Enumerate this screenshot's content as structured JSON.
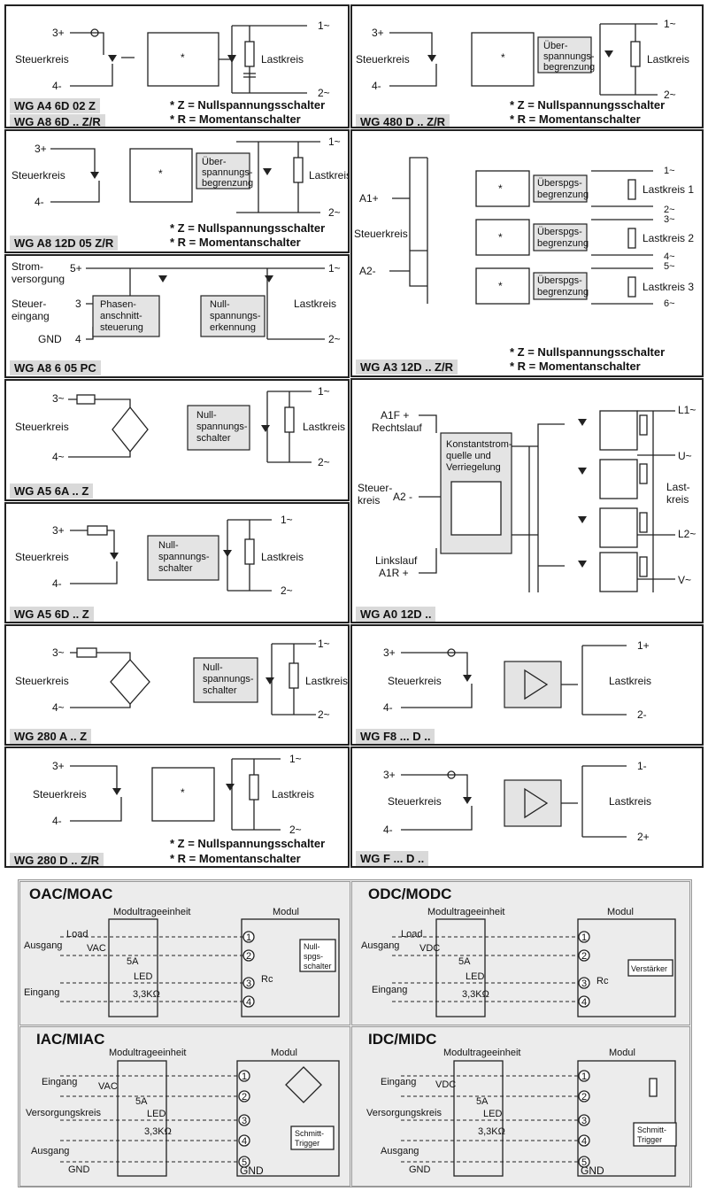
{
  "common": {
    "steuerkreis": "Steuerkreis",
    "lastkreis": "Lastkreis",
    "star": "*",
    "note_z": "* Z = Nullspannungsschalter",
    "note_r": "* R = Momentanschalter",
    "ueber": [
      "Über-",
      "spannungs-",
      "begrenzung"
    ],
    "ueberspgs": [
      "Überspgs-",
      "begrenzung"
    ],
    "null_schalter": [
      "Null-",
      "spannungs-",
      "schalter"
    ]
  },
  "panels": {
    "p1": {
      "tag": "WG A4 6D 02 Z",
      "tag2": "WG A8 6D .. Z/R",
      "in_plus": "3+",
      "in_minus": "4-",
      "out1": "1~",
      "out2": "2~"
    },
    "p2": {
      "tag": "WG 480 D .. Z/R",
      "in_plus": "3+",
      "in_minus": "4-",
      "out1": "1~",
      "out2": "2~"
    },
    "p3": {
      "tag": "WG A8 12D 05 Z/R",
      "in_plus": "3+",
      "in_minus": "4-",
      "out1": "1~",
      "out2": "2~"
    },
    "p4": {
      "tag": "WG A3 12D .. Z/R",
      "a1": "A1+",
      "a2": "A2-",
      "outs": [
        "1~",
        "2~",
        "3~",
        "4~",
        "5~",
        "6~"
      ],
      "lk1": "Lastkreis 1",
      "lk2": "Lastkreis 2",
      "lk3": "Lastkreis 3"
    },
    "p5": {
      "tag": "WG A8 6 05 PC",
      "strom": [
        "Strom-",
        "versorgung"
      ],
      "steuer": [
        "Steuer-",
        "eingang"
      ],
      "gnd": "GND",
      "five": "5+",
      "three": "3",
      "four": "4",
      "phasen": [
        "Phasen-",
        "anschnitt-",
        "steuerung"
      ],
      "null_erk": [
        "Null-",
        "spannungs-",
        "erkennung"
      ],
      "out1": "1~",
      "out2": "2~"
    },
    "p6": {
      "tag": "WG A5 6A .. Z",
      "in_plus": "3~",
      "in_minus": "4~",
      "out1": "1~",
      "out2": "2~"
    },
    "p7": {
      "tag": "WG A0 12D ..",
      "a1f": "A1F +",
      "rechtslauf": "Rechtslauf",
      "steuer": [
        "Steuer-",
        "kreis"
      ],
      "a2": "A2 -",
      "linkslauf": "Linkslauf",
      "a1r": "A1R +",
      "konst": [
        "Konstantstrom-",
        "quelle und",
        "Verriegelung"
      ],
      "lastkreis": [
        "Last-",
        "kreis"
      ],
      "outs": [
        "L1~",
        "U~",
        "L2~",
        "V~"
      ]
    },
    "p8": {
      "tag": "WG A5 6D .. Z",
      "in_plus": "3+",
      "in_minus": "4-",
      "out1": "1~",
      "out2": "2~"
    },
    "p9": {
      "tag": "WG 280 A .. Z",
      "in_plus": "3~",
      "in_minus": "4~",
      "out1": "1~",
      "out2": "2~"
    },
    "p10": {
      "tag": "WG F8 ... D ..",
      "in_plus": "3+",
      "in_minus": "4-",
      "out1": "1+",
      "out2": "2-"
    },
    "p11": {
      "tag": "WG 280 D .. Z/R",
      "in_plus": "3+",
      "in_minus": "4-",
      "out1": "1~",
      "out2": "2~"
    },
    "p12": {
      "tag": "WG F ... D ..",
      "in_plus": "3+",
      "in_minus": "4-",
      "out1": "1-",
      "out2": "2+"
    }
  },
  "modules": {
    "trage": "Modultrageeinheit",
    "modul": "Modul",
    "fuse": "5A",
    "led": "LED",
    "res": "3,3KΩ",
    "rc": "Rc",
    "oac": {
      "title": "OAC/MOAC",
      "ausgang": "Ausgang",
      "eingang": "Eingang",
      "load": "Load",
      "vac": "VAC",
      "box": [
        "Null-",
        "spgs-",
        "schalter"
      ]
    },
    "odc": {
      "title": "ODC/MODC",
      "ausgang": "Ausgang",
      "eingang": "Eingang",
      "load": "Load",
      "vdc": "VDC",
      "box": "Verstärker"
    },
    "iac": {
      "title": "IAC/MIAC",
      "eingang": "Eingang",
      "vac": "VAC",
      "versorgung": "Versorgungskreis",
      "ausgang": "Ausgang",
      "gnd": "GND",
      "gnd2": "GND",
      "box": [
        "Schmitt-",
        "Trigger"
      ]
    },
    "idc": {
      "title": "IDC/MIDC",
      "eingang": "Eingang",
      "vdc": "VDC",
      "versorgung": "Versorgungskreis",
      "ausgang": "Ausgang",
      "gnd": "GND",
      "gnd2": "GND",
      "box": [
        "Schmitt-",
        "Trigger"
      ]
    }
  }
}
